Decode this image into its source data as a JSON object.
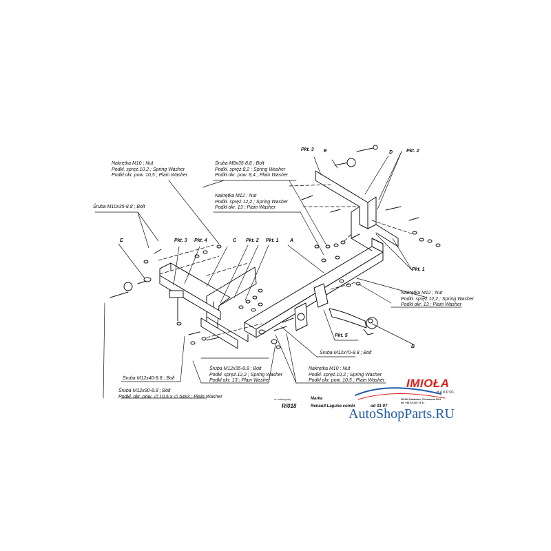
{
  "callouts": [
    {
      "id": "nut-m10-top",
      "lines": [
        "Nakrętka  M10 ; Nut",
        "Podkł. spręż.10,2 ; Spring Washer",
        "Podkł okr. pow. 10,5 ; Plain Washer"
      ]
    },
    {
      "id": "bolt-m8",
      "lines": [
        "Śruba M8x35-8.8 ;  Bolt",
        "Podkł. spręż.8,2 ; Spring Washer",
        "Podkł okr. pow. 8,4 ; Plain Washer"
      ]
    },
    {
      "id": "nut-m12-top",
      "lines": [
        "Nakrętka  M12 ; Nut",
        "Podkł. spręż.12,2 ; Spring Washer",
        "Podkł okr. 13 ; Plain Washer"
      ]
    },
    {
      "id": "bolt-m10x35",
      "lines": [
        "Śruba M10x35-8.8 ;  Bolt"
      ]
    },
    {
      "id": "nut-m12-right",
      "lines": [
        "Nakrętka  M12 ; Nut",
        "Podkł. spręż.12,2 ; Spring Washer",
        "Podkł okr. 13 ; Plain Washer"
      ]
    },
    {
      "id": "bolt-m12x70",
      "lines": [
        "Śruba M12x70-8.8 ;  Bolt"
      ]
    },
    {
      "id": "bolt-m12x35",
      "lines": [
        "Śruba M12x35-8.8 ;  Bolt",
        "Podkł. spręż.12,2 ; Spring Washer",
        "Podkł okr. 13 ; Plain Washer"
      ]
    },
    {
      "id": "nut-m10-bottom",
      "lines": [
        "Nakrętka  M10 ; Nut",
        "Podkł. spręż.10,2 ; Spring Washer",
        "Podkł okr. pow. 10,5 ; Plain Washer"
      ]
    },
    {
      "id": "bolt-m12x40",
      "lines": [
        "Śruba M12x40-8.8 ;  Bolt"
      ]
    },
    {
      "id": "bolt-m12x90",
      "lines": [
        "Śruba M12x90-8.8 ;  Bolt",
        "Podkł. okr. pow. ∅ 10,5 x ∅ 54x3 ; Plain Washer"
      ]
    }
  ],
  "points": {
    "pkt3_right": "Pkt. 3",
    "pkt2_right": "Pkt. 2",
    "pkt3_left": "Pkt. 3",
    "pkt4_left": "Pkt. 4",
    "pkt2_mid": "Pkt. 2",
    "pkt1_mid": "Pkt. 1",
    "pkt1_right": "Pkt. 1",
    "pkt5": "Pkt. 5"
  },
  "letters": {
    "e_right": "E",
    "d": "D",
    "e_left": "E",
    "c": "C",
    "a": "A",
    "b": "B"
  },
  "info": {
    "code_label": "nr katalogowy",
    "code": "R/018",
    "brand_label": "Marka",
    "model": "Renault Laguna combi",
    "date": "od  01-07"
  },
  "logo": {
    "name": "IMIOŁA",
    "sub": "HAKPOL",
    "address_line1": "95-200 Pabianice, Chemiczna 29 A",
    "address_line2": "tel. +48 42 215 73 31"
  },
  "watermark": "AutoShopParts.RU"
}
